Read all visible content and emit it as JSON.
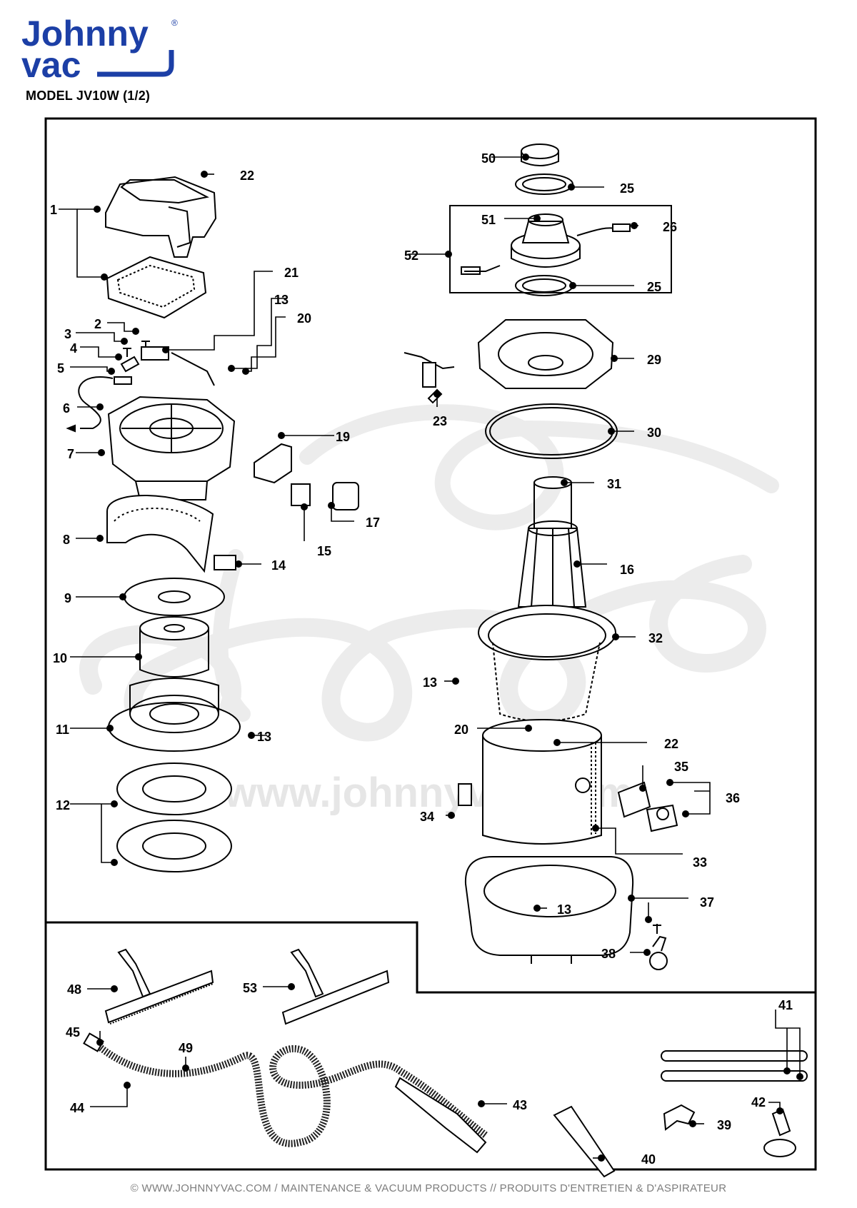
{
  "brand": {
    "line1": "Johnny",
    "line2": "vac",
    "registered": "®",
    "color": "#1c3fa6"
  },
  "model_label": "MODEL JV10W (1/2)",
  "watermark": {
    "url": "www.johnnyvac.com"
  },
  "footer": "© WWW.JOHNNYVAC.COM / MAINTENANCE & VACUUM PRODUCTS  //  PRODUITS D'ENTRETIEN & D'ASPIRATEUR",
  "parts": [
    {
      "label": "1"
    },
    {
      "label": "2"
    },
    {
      "label": "3"
    },
    {
      "label": "4"
    },
    {
      "label": "5"
    },
    {
      "label": "6"
    },
    {
      "label": "7"
    },
    {
      "label": "8"
    },
    {
      "label": "9"
    },
    {
      "label": "10"
    },
    {
      "label": "11"
    },
    {
      "label": "12"
    },
    {
      "label": "13"
    },
    {
      "label": "13"
    },
    {
      "label": "13"
    },
    {
      "label": "13"
    },
    {
      "label": "13"
    },
    {
      "label": "14"
    },
    {
      "label": "15"
    },
    {
      "label": "16"
    },
    {
      "label": "17"
    },
    {
      "label": "19"
    },
    {
      "label": "20"
    },
    {
      "label": "20"
    },
    {
      "label": "21"
    },
    {
      "label": "22"
    },
    {
      "label": "22"
    },
    {
      "label": "23"
    },
    {
      "label": "25"
    },
    {
      "label": "25"
    },
    {
      "label": "26"
    },
    {
      "label": "29"
    },
    {
      "label": "30"
    },
    {
      "label": "31"
    },
    {
      "label": "32"
    },
    {
      "label": "33"
    },
    {
      "label": "34"
    },
    {
      "label": "35"
    },
    {
      "label": "36"
    },
    {
      "label": "37"
    },
    {
      "label": "38"
    },
    {
      "label": "39"
    },
    {
      "label": "40"
    },
    {
      "label": "41"
    },
    {
      "label": "42"
    },
    {
      "label": "43"
    },
    {
      "label": "44"
    },
    {
      "label": "45"
    },
    {
      "label": "48"
    },
    {
      "label": "49"
    },
    {
      "label": "50"
    },
    {
      "label": "51"
    },
    {
      "label": "52"
    },
    {
      "label": "53"
    }
  ]
}
